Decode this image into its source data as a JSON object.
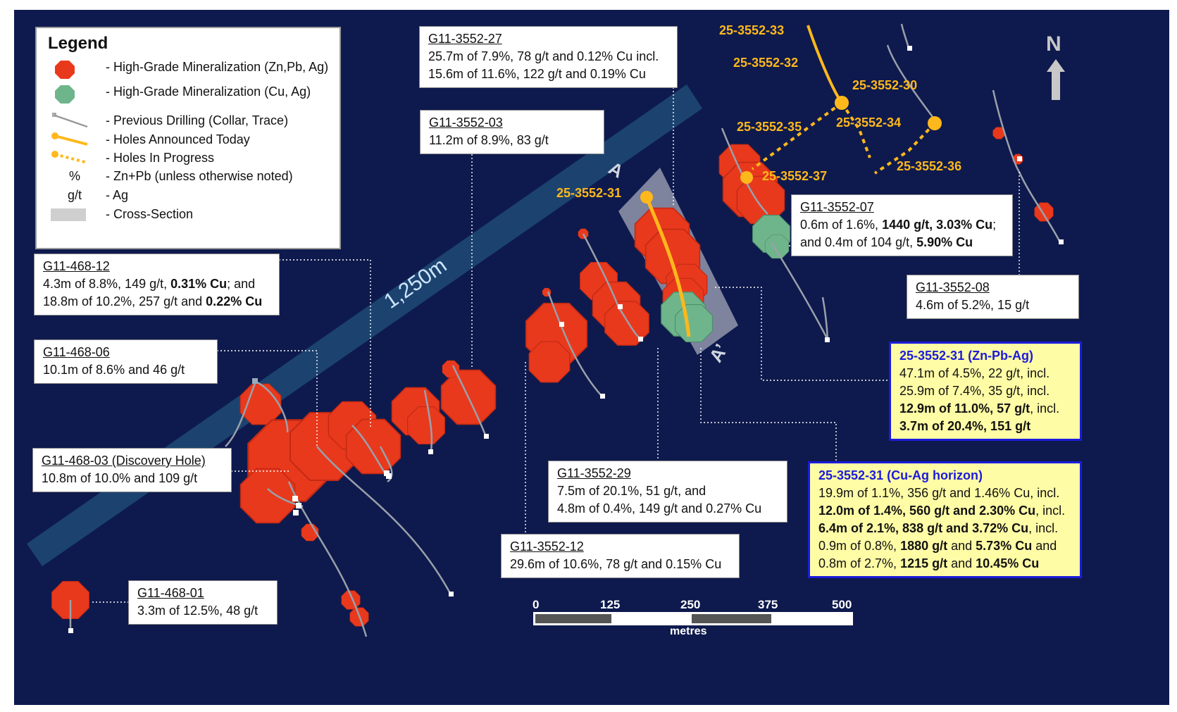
{
  "legend": {
    "title": "Legend",
    "items": [
      {
        "symbol": "red-polygon",
        "label": "- High-Grade Mineralization (Zn,Pb, Ag)"
      },
      {
        "symbol": "green-polygon",
        "label": "- High-Grade Mineralization (Cu, Ag)"
      },
      {
        "symbol": "grey-trace",
        "label": "- Previous Drilling (Collar, Trace)"
      },
      {
        "symbol": "yellow-trace",
        "label": "- Holes Announced Today"
      },
      {
        "symbol": "yellow-dotted",
        "label": "- Holes In Progress"
      },
      {
        "symbol": "%",
        "label": "- Zn+Pb (unless otherwise noted)"
      },
      {
        "symbol": "g/t",
        "label": "- Ag"
      },
      {
        "symbol": "grey-box",
        "label": "- Cross-Section"
      }
    ]
  },
  "north_label": "N",
  "trend_label": "1,250m",
  "section_labels": {
    "a": "A",
    "a_prime": "A’"
  },
  "hole_labels": [
    "25-3552-33",
    "25-3552-32",
    "25-3552-30",
    "25-3552-34",
    "25-3552-35",
    "25-3552-36",
    "25-3552-37",
    "25-3552-31"
  ],
  "boxes": {
    "b27": {
      "hole": "G11-3552-27",
      "l1": "25.7m of 7.9%, 78 g/t and 0.12% Cu incl.",
      "l2": "15.6m of 11.6%, 122 g/t and 0.19% Cu"
    },
    "b03": {
      "hole": "G11-3552-03",
      "l1": "11.2m of 8.9%, 83 g/t"
    },
    "b07": {
      "hole": "G11-3552-07",
      "l1a": "0.6m of 1.6%, ",
      "l1b": "1440 g/t, 3.03% Cu",
      "l1c": ";",
      "l2a": "and 0.4m of 104 g/t, ",
      "l2b": "5.90% Cu"
    },
    "b08": {
      "hole": "G11-3552-08",
      "l1": "4.6m of 5.2%, 15 g/t"
    },
    "b12_468": {
      "hole": "G11-468-12",
      "l1a": "4.3m of 8.8%, 149 g/t, ",
      "l1b": "0.31% Cu",
      "l1c": "; and",
      "l2a": "18.8m of 10.2%, 257 g/t and ",
      "l2b": "0.22% Cu"
    },
    "b06_468": {
      "hole": "G11-468-06",
      "l1": "10.1m of 8.6% and 46 g/t"
    },
    "b03_468": {
      "hole": "G11-468-03 (Discovery Hole)",
      "l1": "10.8m of 10.0% and 109 g/t"
    },
    "b01_468": {
      "hole": "G11-468-01",
      "l1": "3.3m of 12.5%, 48 g/t"
    },
    "b29": {
      "hole": "G11-3552-29",
      "l1": "7.5m of 20.1%, 51 g/t, and",
      "l2": "4.8m of 0.4%, 149 g/t and 0.27% Cu"
    },
    "b12": {
      "hole": "G11-3552-12",
      "l1": "29.6m of 10.6%, 78 g/t and 0.15% Cu"
    },
    "b31zn": {
      "hole": "25-3552-31 (Zn-Pb-Ag)",
      "l1": "47.1m of 4.5%, 22 g/t, incl.",
      "l2": "25.9m of 7.4%, 35 g/t, incl.",
      "l3a": "12.9m of 11.0%, 57 g/t",
      "l3b": ", incl.",
      "l4": "3.7m of 20.4%, 151 g/t"
    },
    "b31cu": {
      "hole": "25-3552-31 (Cu-Ag horizon)",
      "l1": "19.9m of 1.1%, 356 g/t and 1.46% Cu, incl.",
      "l2a": "12.0m of 1.4%, 560 g/t and 2.30% Cu",
      "l2b": ", incl.",
      "l3a": "6.4m of 2.1%, 838 g/t and 3.72% Cu",
      "l3b": ", incl.",
      "l4a": "0.9m of 0.8%, ",
      "l4b": "1880 g/t",
      "l4c": " and ",
      "l4d": "5.73% Cu",
      "l4e": " and",
      "l5a": "0.8m of 2.7%, ",
      "l5b": "1215 g/t",
      "l5c": " and ",
      "l5d": "10.45% Cu"
    }
  },
  "scale": {
    "ticks": [
      "0",
      "125",
      "250",
      "375",
      "500"
    ],
    "unit": "metres"
  },
  "colors": {
    "background": "#0e1a4d",
    "zn_pb_ag": "#e8391d",
    "cu_ag": "#6fb58c",
    "announced": "#ffb81c",
    "previous": "#9aa0aa",
    "highlight_box": "#fffca6",
    "highlight_border": "#1b1bdb"
  }
}
